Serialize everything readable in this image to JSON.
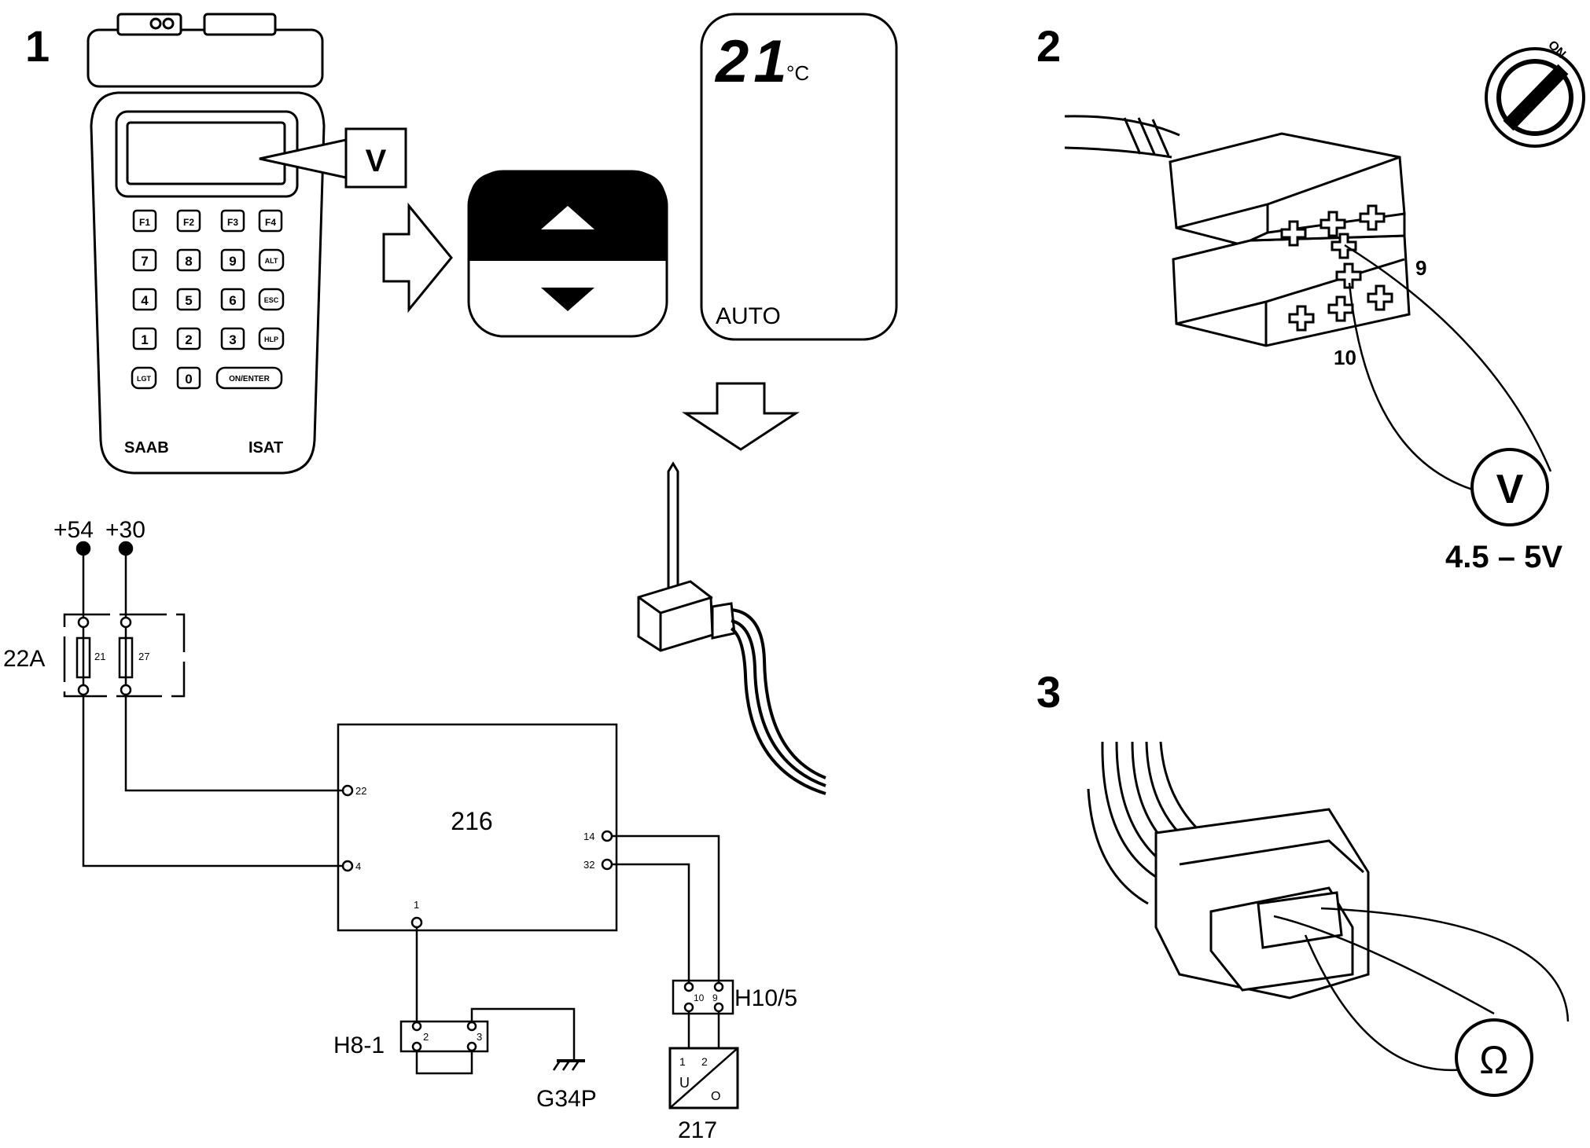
{
  "steps": {
    "one": "1",
    "two": "2",
    "three": "3"
  },
  "tool": {
    "meter": "V",
    "brand": "SAAB",
    "model": "ISAT",
    "keys": [
      "F1",
      "F2",
      "F3",
      "F4",
      "7",
      "8",
      "9",
      "ALT",
      "4",
      "5",
      "6",
      "ESC",
      "1",
      "2",
      "3",
      "HLP",
      "LGT",
      "0",
      "ON/ENTER"
    ]
  },
  "display": {
    "value": "21",
    "unit": "°C",
    "mode": "AUTO"
  },
  "connector2": {
    "pin_a": "9",
    "pin_b": "10",
    "meter": "V",
    "reading": "4.5 – 5V",
    "ignition": "ON"
  },
  "connector3": {
    "meter": "Ω"
  },
  "schematic": {
    "supply_a": "+54",
    "supply_b": "+30",
    "fusebox": "22A",
    "fuse_a": "21",
    "fuse_b": "27",
    "ecu": "216",
    "ecu_pins": {
      "p22": "22",
      "p4": "4",
      "p14": "14",
      "p32": "32",
      "p1": "1"
    },
    "connector_h10": "H10/5",
    "h10_pins": {
      "a": "10",
      "b": "9"
    },
    "connector_h8": "H8-1",
    "h8_pins": {
      "a": "2",
      "b": "3"
    },
    "ground": "G34P",
    "sensor": "217",
    "sensor_pins": {
      "a": "1",
      "b": "2"
    },
    "sensor_u": "U",
    "sensor_o": "O"
  }
}
